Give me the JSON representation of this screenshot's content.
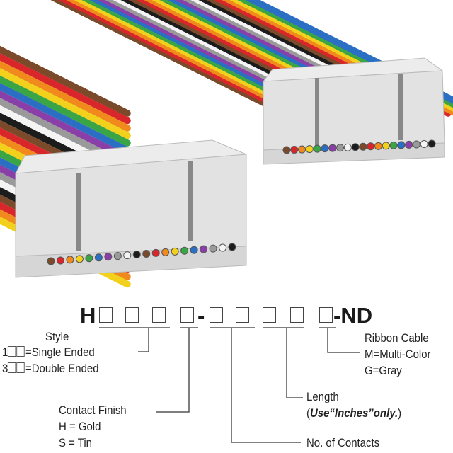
{
  "part_number": {
    "prefix": "H",
    "suffix": "-ND",
    "separator": "-"
  },
  "wire_colors": [
    "#7a4a2a",
    "#d8262b",
    "#f08a1c",
    "#f2d11c",
    "#3aa544",
    "#2a6fc4",
    "#8a3fa8",
    "#9a9a9a",
    "#f4f4f4",
    "#1c1c1c"
  ],
  "legend": {
    "style": {
      "title": "Style",
      "single": "=Single Ended",
      "single_digit": "1",
      "double": "=Double Ended",
      "double_digit": "3"
    },
    "contact_finish": {
      "title": "Contact Finish",
      "gold": "H = Gold",
      "tin": "S = Tin"
    },
    "contacts": {
      "title": "No. of Contacts"
    },
    "length": {
      "title": "Length",
      "note_open": "(",
      "note": "Use“Inches”only.",
      "note_close": ")"
    },
    "ribbon": {
      "title": "Ribbon Cable",
      "multi": "M=Multi-Color",
      "gray": "G=Gray"
    }
  }
}
